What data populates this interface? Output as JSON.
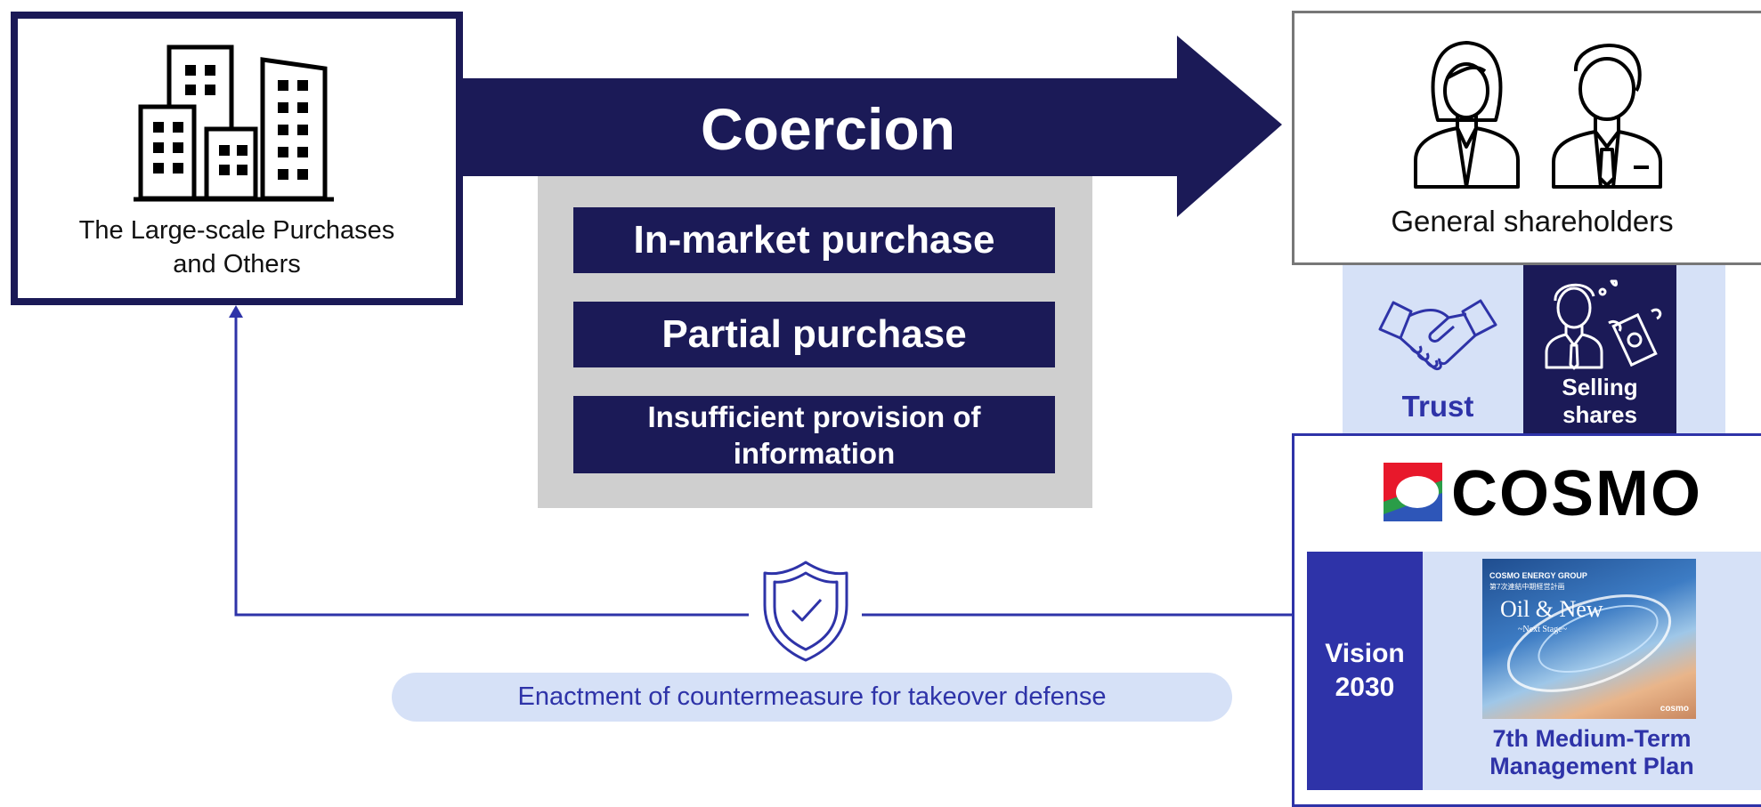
{
  "purchaser": {
    "label_line1": "The Large-scale Purchases",
    "label_line2": "and Others"
  },
  "coercion": {
    "label": "Coercion"
  },
  "methods": [
    {
      "label": "In-market purchase"
    },
    {
      "label": "Partial purchase"
    },
    {
      "label_line1": "Insufficient provision of",
      "label_line2": "information"
    }
  ],
  "shareholders": {
    "label": "General shareholders"
  },
  "responses": {
    "trust": "Trust",
    "selling_line1": "Selling",
    "selling_line2": "shares"
  },
  "company": {
    "brand": "COSMO",
    "vision_line1": "Vision",
    "vision_line2": "2030",
    "plan_cover": {
      "group": "COSMO ENERGY GROUP",
      "subtitle_jp": "第7次連結中期経営計画",
      "headline": "Oil & New",
      "tagline": "~Next Stage~",
      "logo": "cosmo"
    },
    "plan_line1": "7th Medium-Term",
    "plan_line2": "Management Plan"
  },
  "defense": {
    "label": "Enactment of countermeasure for takeover defense"
  },
  "colors": {
    "navy": "#1b1a57",
    "accent_blue": "#2e33a8",
    "light_blue": "#d6e1f7",
    "gray_panel": "#cfcfcf"
  },
  "icons": [
    "buildings-icon",
    "coercion-arrow-icon",
    "woman-icon",
    "man-icon",
    "handshake-icon",
    "worried-man-icon",
    "flying-money-icon",
    "cosmo-logo-icon",
    "shield-check-icon"
  ]
}
